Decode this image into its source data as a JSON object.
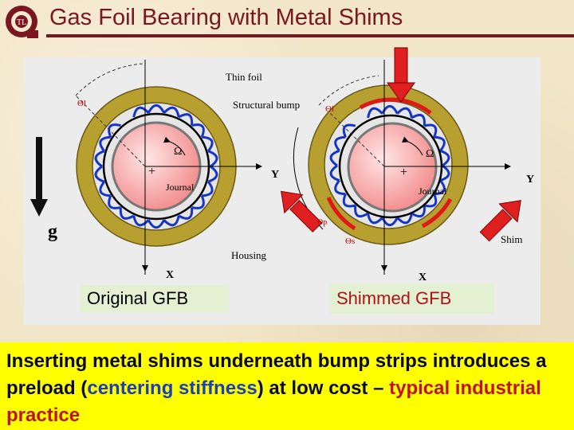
{
  "slide": {
    "title": "Gas Foil Bearing with Metal Shims",
    "logo_text": "TL"
  },
  "diagram_labels": {
    "thin_foil": "Thin foil",
    "structural_bump": "Structural bump",
    "housing": "Housing",
    "journal": "Journal",
    "omega": "Ω",
    "x": "X",
    "y": "Y",
    "g": "g",
    "shim": "Shim",
    "theta_l": "Θl",
    "theta_s": "Θs",
    "theta_p": "Θp"
  },
  "captions": {
    "original": "Original GFB",
    "shimmed": "Shimmed GFB"
  },
  "bottom_text": {
    "part1": "Inserting metal shims underneath bump strips introduces a preload (",
    "highlight1": "centering stiffness",
    "part2": ") at low cost – ",
    "highlight2": "typical industrial practice"
  },
  "colors": {
    "title": "#7a1620",
    "housing": "#b8a030",
    "bump": "#1434c8",
    "shim": "#e01818",
    "arrow": "#e02020",
    "bottom_bg": "#ffff00"
  }
}
